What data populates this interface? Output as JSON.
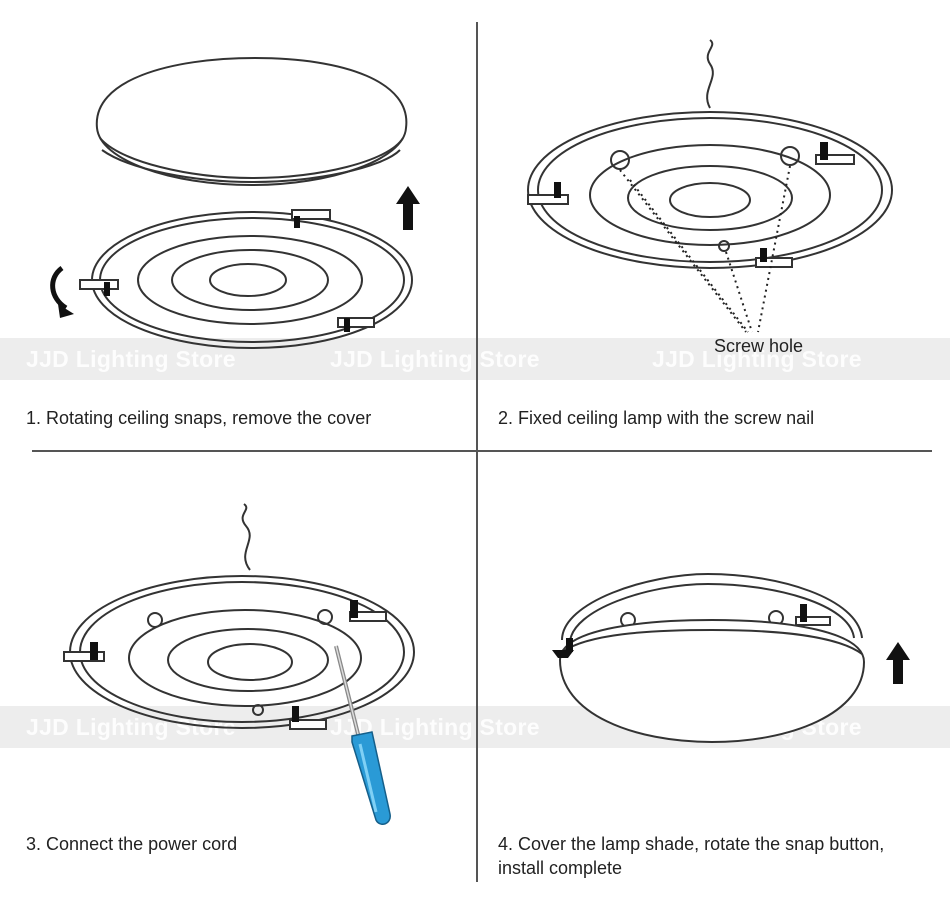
{
  "steps": [
    {
      "number": "1.",
      "text": "Rotating ceiling snaps, remove the cover"
    },
    {
      "number": "2.",
      "text": "Fixed ceiling lamp with the screw nail",
      "annotation": "Screw hole"
    },
    {
      "number": "3.",
      "text": "Connect the power cord"
    },
    {
      "number": "4.",
      "text_line1": "Cover the lamp shade, rotate the snap button,",
      "text_line2": "install complete"
    }
  ],
  "watermark": "JJD Lighting Store",
  "colors": {
    "line": "#333333",
    "screwdriver_handle": "#2a9ad6",
    "arrow": "#111111"
  }
}
